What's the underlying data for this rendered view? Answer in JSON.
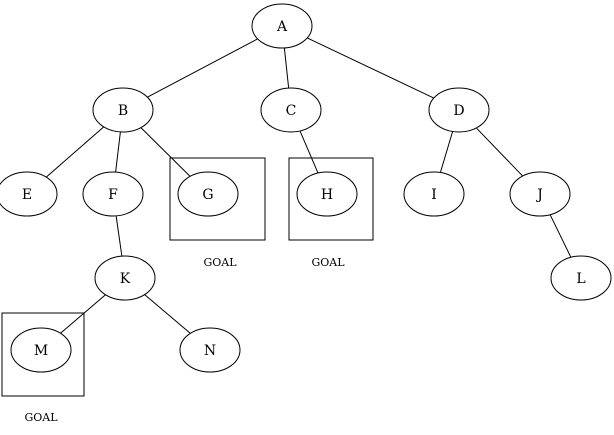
{
  "nodes": [
    {
      "id": "A",
      "label": "A"
    },
    {
      "id": "B",
      "label": "B"
    },
    {
      "id": "C",
      "label": "C"
    },
    {
      "id": "D",
      "label": "D"
    },
    {
      "id": "E",
      "label": "E"
    },
    {
      "id": "F",
      "label": "F"
    },
    {
      "id": "G",
      "label": "G",
      "goal": true
    },
    {
      "id": "H",
      "label": "H",
      "goal": true
    },
    {
      "id": "I",
      "label": "I"
    },
    {
      "id": "J",
      "label": "J"
    },
    {
      "id": "K",
      "label": "K"
    },
    {
      "id": "L",
      "label": "L"
    },
    {
      "id": "M",
      "label": "M",
      "goal": true
    },
    {
      "id": "N",
      "label": "N"
    }
  ],
  "edges": [
    [
      "A",
      "B"
    ],
    [
      "A",
      "C"
    ],
    [
      "A",
      "D"
    ],
    [
      "B",
      "E"
    ],
    [
      "B",
      "F"
    ],
    [
      "B",
      "G"
    ],
    [
      "C",
      "H"
    ],
    [
      "D",
      "I"
    ],
    [
      "D",
      "J"
    ],
    [
      "F",
      "K"
    ],
    [
      "J",
      "L"
    ],
    [
      "K",
      "M"
    ],
    [
      "K",
      "N"
    ]
  ],
  "goal_label": "GOAL",
  "colors": {
    "stroke": "#000000",
    "background": "#ffffff"
  }
}
